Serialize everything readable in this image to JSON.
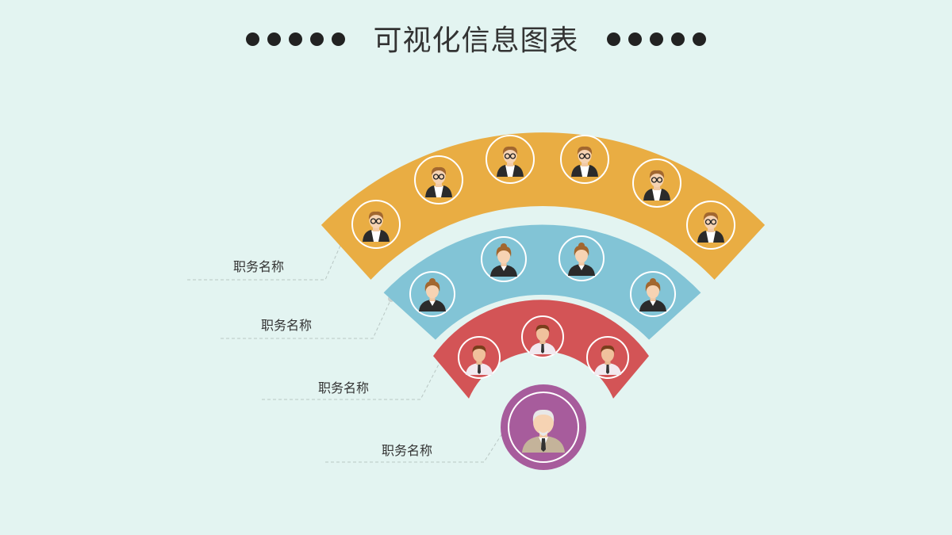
{
  "title": "可视化信息图表",
  "colors": {
    "background": "#e3f4f1",
    "tier1": "#e9ad43",
    "tier2": "#82c4d6",
    "tier3": "#d35456",
    "tier4": "#a75c9c"
  },
  "tiers": [
    {
      "label": "职务名称",
      "level": "top",
      "avatar": "glasses-staff",
      "count": 6
    },
    {
      "label": "职务名称",
      "level": "middle",
      "avatar": "female-staff",
      "count": 4
    },
    {
      "label": "职务名称",
      "level": "lower",
      "avatar": "male-staff",
      "count": 3
    },
    {
      "label": "职务名称",
      "level": "leader",
      "avatar": "senior-leader",
      "count": 1
    }
  ]
}
